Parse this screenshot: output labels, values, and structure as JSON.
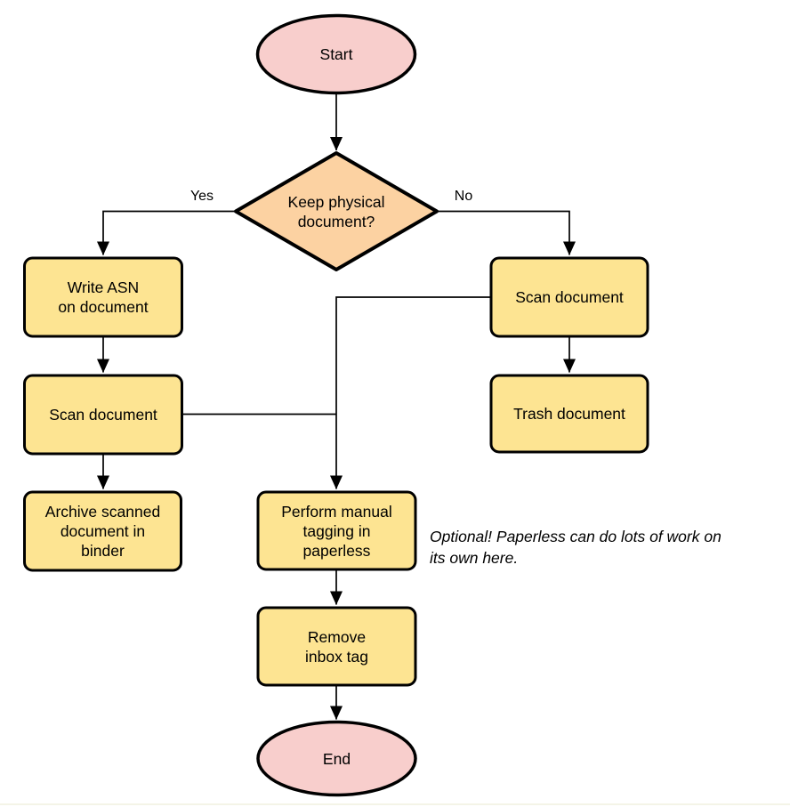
{
  "flowchart": {
    "nodes": {
      "start": {
        "label": "Start"
      },
      "decision": {
        "label": "Keep physical\ndocument?"
      },
      "write_asn": {
        "label": "Write ASN\non document"
      },
      "scan_left": {
        "label": "Scan document"
      },
      "archive": {
        "label": "Archive scanned\ndocument in\nbinder"
      },
      "scan_right": {
        "label": "Scan document"
      },
      "trash": {
        "label": "Trash document"
      },
      "tagging": {
        "label": "Perform manual\ntagging in\npaperless"
      },
      "remove_inbox": {
        "label": "Remove\ninbox tag"
      },
      "end": {
        "label": "End"
      }
    },
    "edge_labels": {
      "yes": "Yes",
      "no": "No"
    },
    "annotation": "Optional! Paperless can do lots of work on\nits own here.",
    "colors": {
      "terminator_fill": "#F8CECC",
      "decision_fill": "#FCD2A2",
      "process_fill": "#FDE492",
      "stroke": "#000000"
    }
  }
}
